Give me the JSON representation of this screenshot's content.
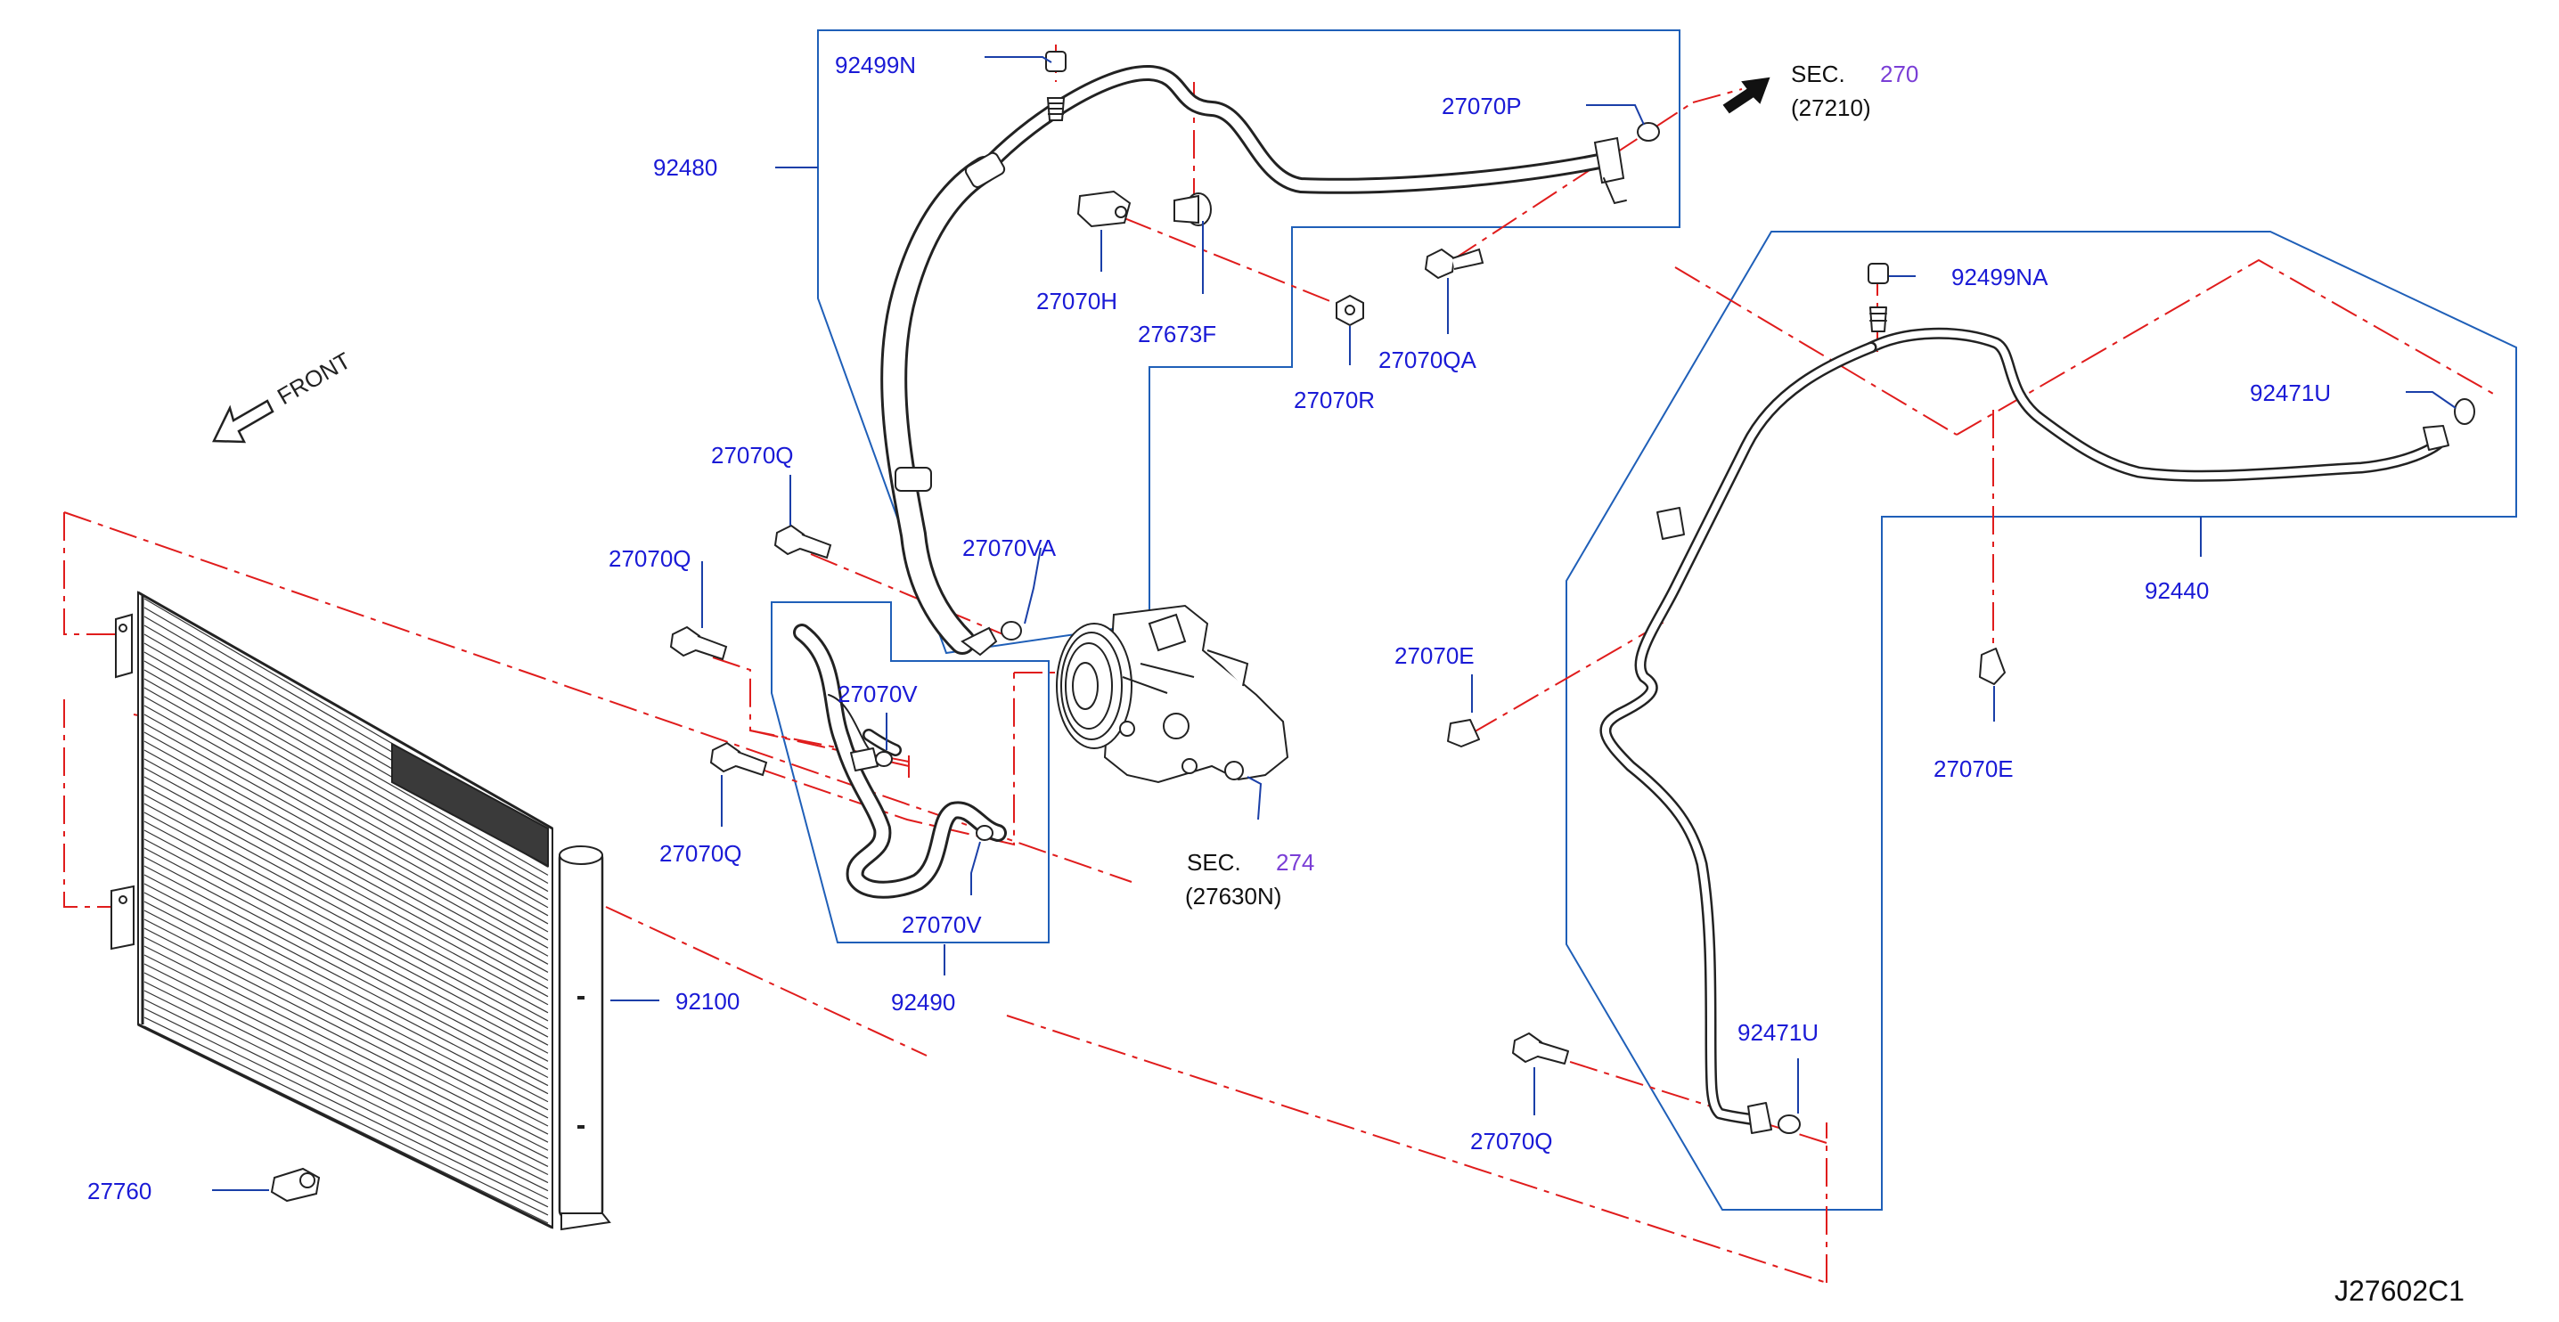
{
  "diagram_code": "J27602C1",
  "front_label": "FRONT",
  "colors": {
    "part_label": "#1a1ad6",
    "sec_number": "#7a3ed6",
    "leader": "#1a3fa8",
    "dash": "#e01c1c",
    "outline": "#1f5fb8",
    "drawing": "#222222"
  },
  "sections": [
    {
      "id": "sec270",
      "prefix": "SEC.",
      "number": "270",
      "sub": "(27210)"
    },
    {
      "id": "sec274",
      "prefix": "SEC.",
      "number": "274",
      "sub": "(27630N)"
    }
  ],
  "parts": [
    {
      "id": "92499N",
      "label": "92499N"
    },
    {
      "id": "92480",
      "label": "92480"
    },
    {
      "id": "27070P",
      "label": "27070P"
    },
    {
      "id": "27070H",
      "label": "27070H"
    },
    {
      "id": "27673F",
      "label": "27673F"
    },
    {
      "id": "27070R",
      "label": "27070R"
    },
    {
      "id": "27070QA",
      "label": "27070QA"
    },
    {
      "id": "92499NA",
      "label": "92499NA"
    },
    {
      "id": "92471U-top",
      "label": "92471U"
    },
    {
      "id": "92440",
      "label": "92440"
    },
    {
      "id": "27070Q-1",
      "label": "27070Q"
    },
    {
      "id": "27070VA",
      "label": "27070VA"
    },
    {
      "id": "27070Q-2",
      "label": "27070Q"
    },
    {
      "id": "27070V-1",
      "label": "27070V"
    },
    {
      "id": "27070Q-3",
      "label": "27070Q"
    },
    {
      "id": "27070V-2",
      "label": "27070V"
    },
    {
      "id": "92490",
      "label": "92490"
    },
    {
      "id": "92100",
      "label": "92100"
    },
    {
      "id": "27760",
      "label": "27760"
    },
    {
      "id": "27070E-left",
      "label": "27070E"
    },
    {
      "id": "27070E-right",
      "label": "27070E"
    },
    {
      "id": "92471U-bottom",
      "label": "92471U"
    },
    {
      "id": "27070Q-4",
      "label": "27070Q"
    }
  ]
}
